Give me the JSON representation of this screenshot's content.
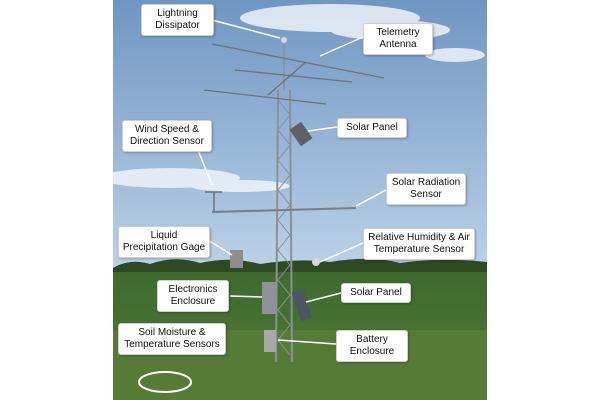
{
  "photo": {
    "description_free": true,
    "colors": {
      "sky_top": "#6f96c3",
      "sky_bottom": "#bcd2e8",
      "cloud": "#eef3f8",
      "treeline": "#2e4a23",
      "field_far": "#3e6a2e",
      "field_near": "#4f7d33",
      "ground": "#557b37",
      "tower": "#8c9096",
      "callout_leader": "#ffffff"
    }
  },
  "labels": {
    "lightning_dissipator": [
      "Lightning",
      "Dissipator"
    ],
    "telemetry_antenna": [
      "Telemetry",
      "Antenna"
    ],
    "solar_panel_top": [
      "Solar Panel"
    ],
    "wind_sensor": [
      "Wind Speed &",
      "Direction  Sensor"
    ],
    "solar_radiation": [
      "Solar Radiation",
      "Sensor"
    ],
    "precip_gage": [
      "Liquid",
      "Precipitation Gage"
    ],
    "rh_air_temp": [
      "Relative Humidity & Air",
      "Temperature Sensor"
    ],
    "electronics": [
      "Electronics",
      "Enclosure"
    ],
    "solar_panel_bottom": [
      "Solar Panel"
    ],
    "soil_moisture": [
      "Soil Moisture &",
      "Temperature Sensors"
    ],
    "battery": [
      "Battery",
      "Enclosure"
    ]
  }
}
